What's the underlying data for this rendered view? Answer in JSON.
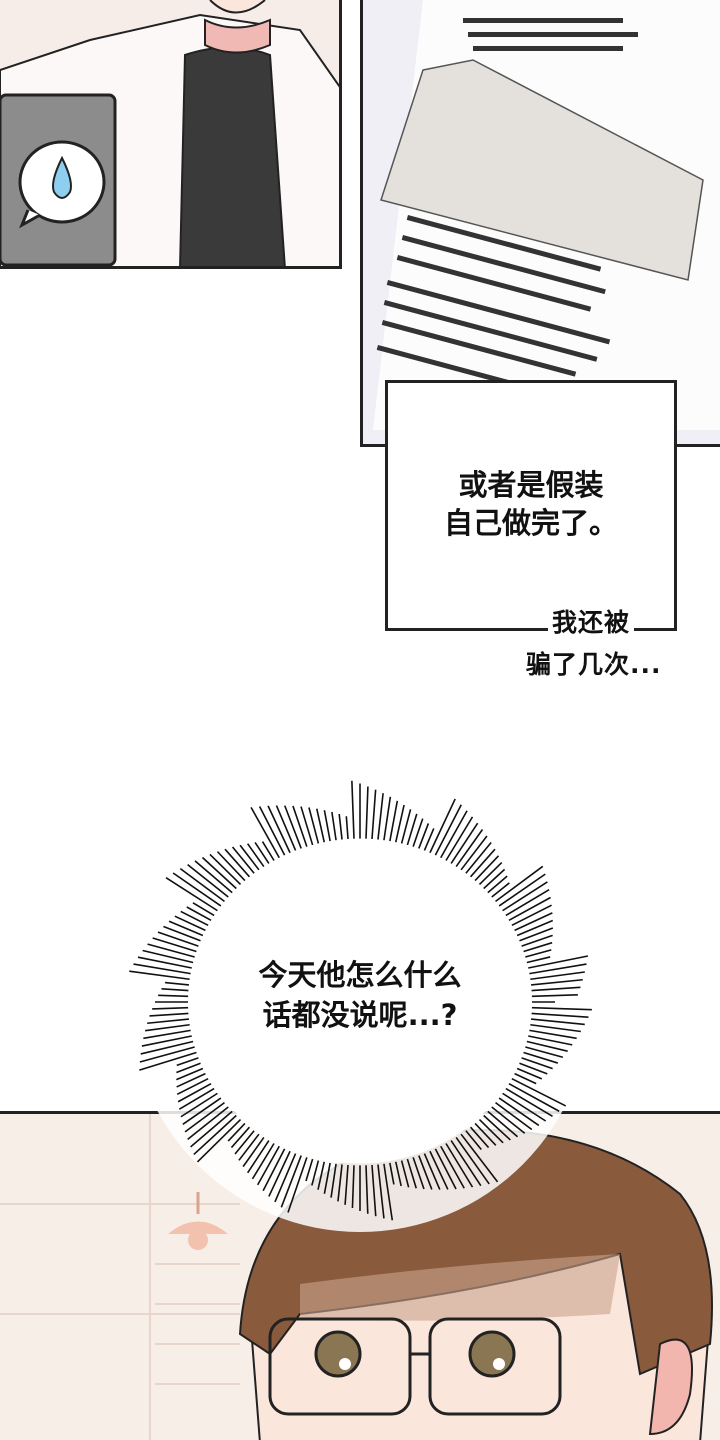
{
  "caption": {
    "line1": "或者是假装",
    "line2": "自己做完了。"
  },
  "narration": {
    "line1": "我还被",
    "line2": "骗了几次..."
  },
  "thought_bubble": {
    "line1": "今天他怎么什么",
    "line2": "话都没说呢...?"
  },
  "colors": {
    "ink": "#222222",
    "hair": "#8a5a3c",
    "skin": "#fbe6dc",
    "drop": "#8ecff0"
  }
}
